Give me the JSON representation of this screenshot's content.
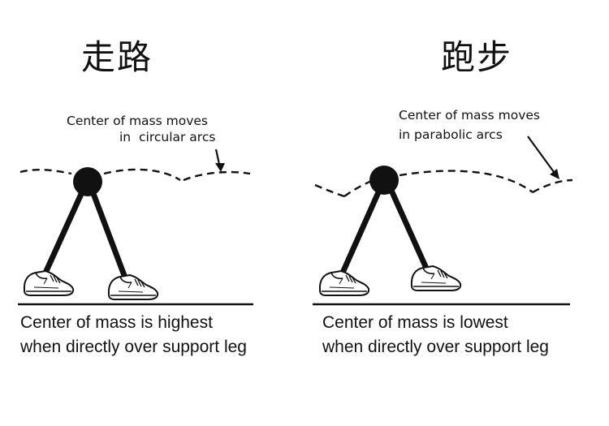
{
  "walking": {
    "title": "走路",
    "note_line1": "Center of mass moves",
    "note_line2": "in  circular arcs",
    "caption_line1": "Center of mass is highest",
    "caption_line2": "when directly over support leg"
  },
  "running": {
    "title": "跑步",
    "note_line1": "Center of mass moves",
    "note_line2": "in parabolic arcs",
    "caption_line1": "Center of mass is lowest",
    "caption_line2": "when directly over support leg"
  },
  "colors": {
    "ink": "#111111",
    "background": "#ffffff"
  },
  "icons": [
    "center-of-mass-icon",
    "leg-icon",
    "shoe-icon",
    "arrow-icon",
    "dashed-trajectory-icon"
  ]
}
